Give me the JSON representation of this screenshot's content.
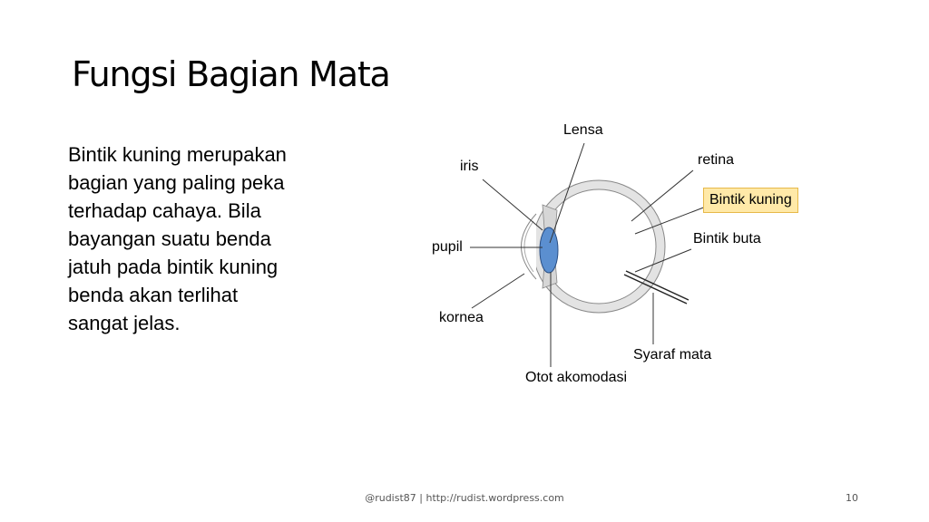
{
  "slide": {
    "title": "Fungsi Bagian Mata",
    "body_lines": [
      "Bintik kuning merupakan",
      "bagian yang paling peka",
      "terhadap cahaya. Bila",
      "bayangan suatu benda",
      "jatuh pada bintik kuning",
      "benda akan terlihat",
      "sangat jelas."
    ],
    "footer": "@rudist87 | http://rudist.wordpress.com",
    "page_number": "10"
  },
  "diagram": {
    "labels": {
      "lensa": "Lensa",
      "iris": "iris",
      "retina": "retina",
      "bintik_kuning": "Bintik kuning",
      "bintik_buta": "Bintik buta",
      "pupil": "pupil",
      "kornea": "kornea",
      "syaraf_mata": "Syaraf mata",
      "otot_akomodasi": "Otot akomodasi"
    },
    "colors": {
      "lens": "#5b8fd0",
      "eye_wall": "#e3e3e3",
      "highlight_box": "#ffe9a8",
      "highlight_border": "#e7b94a"
    }
  }
}
